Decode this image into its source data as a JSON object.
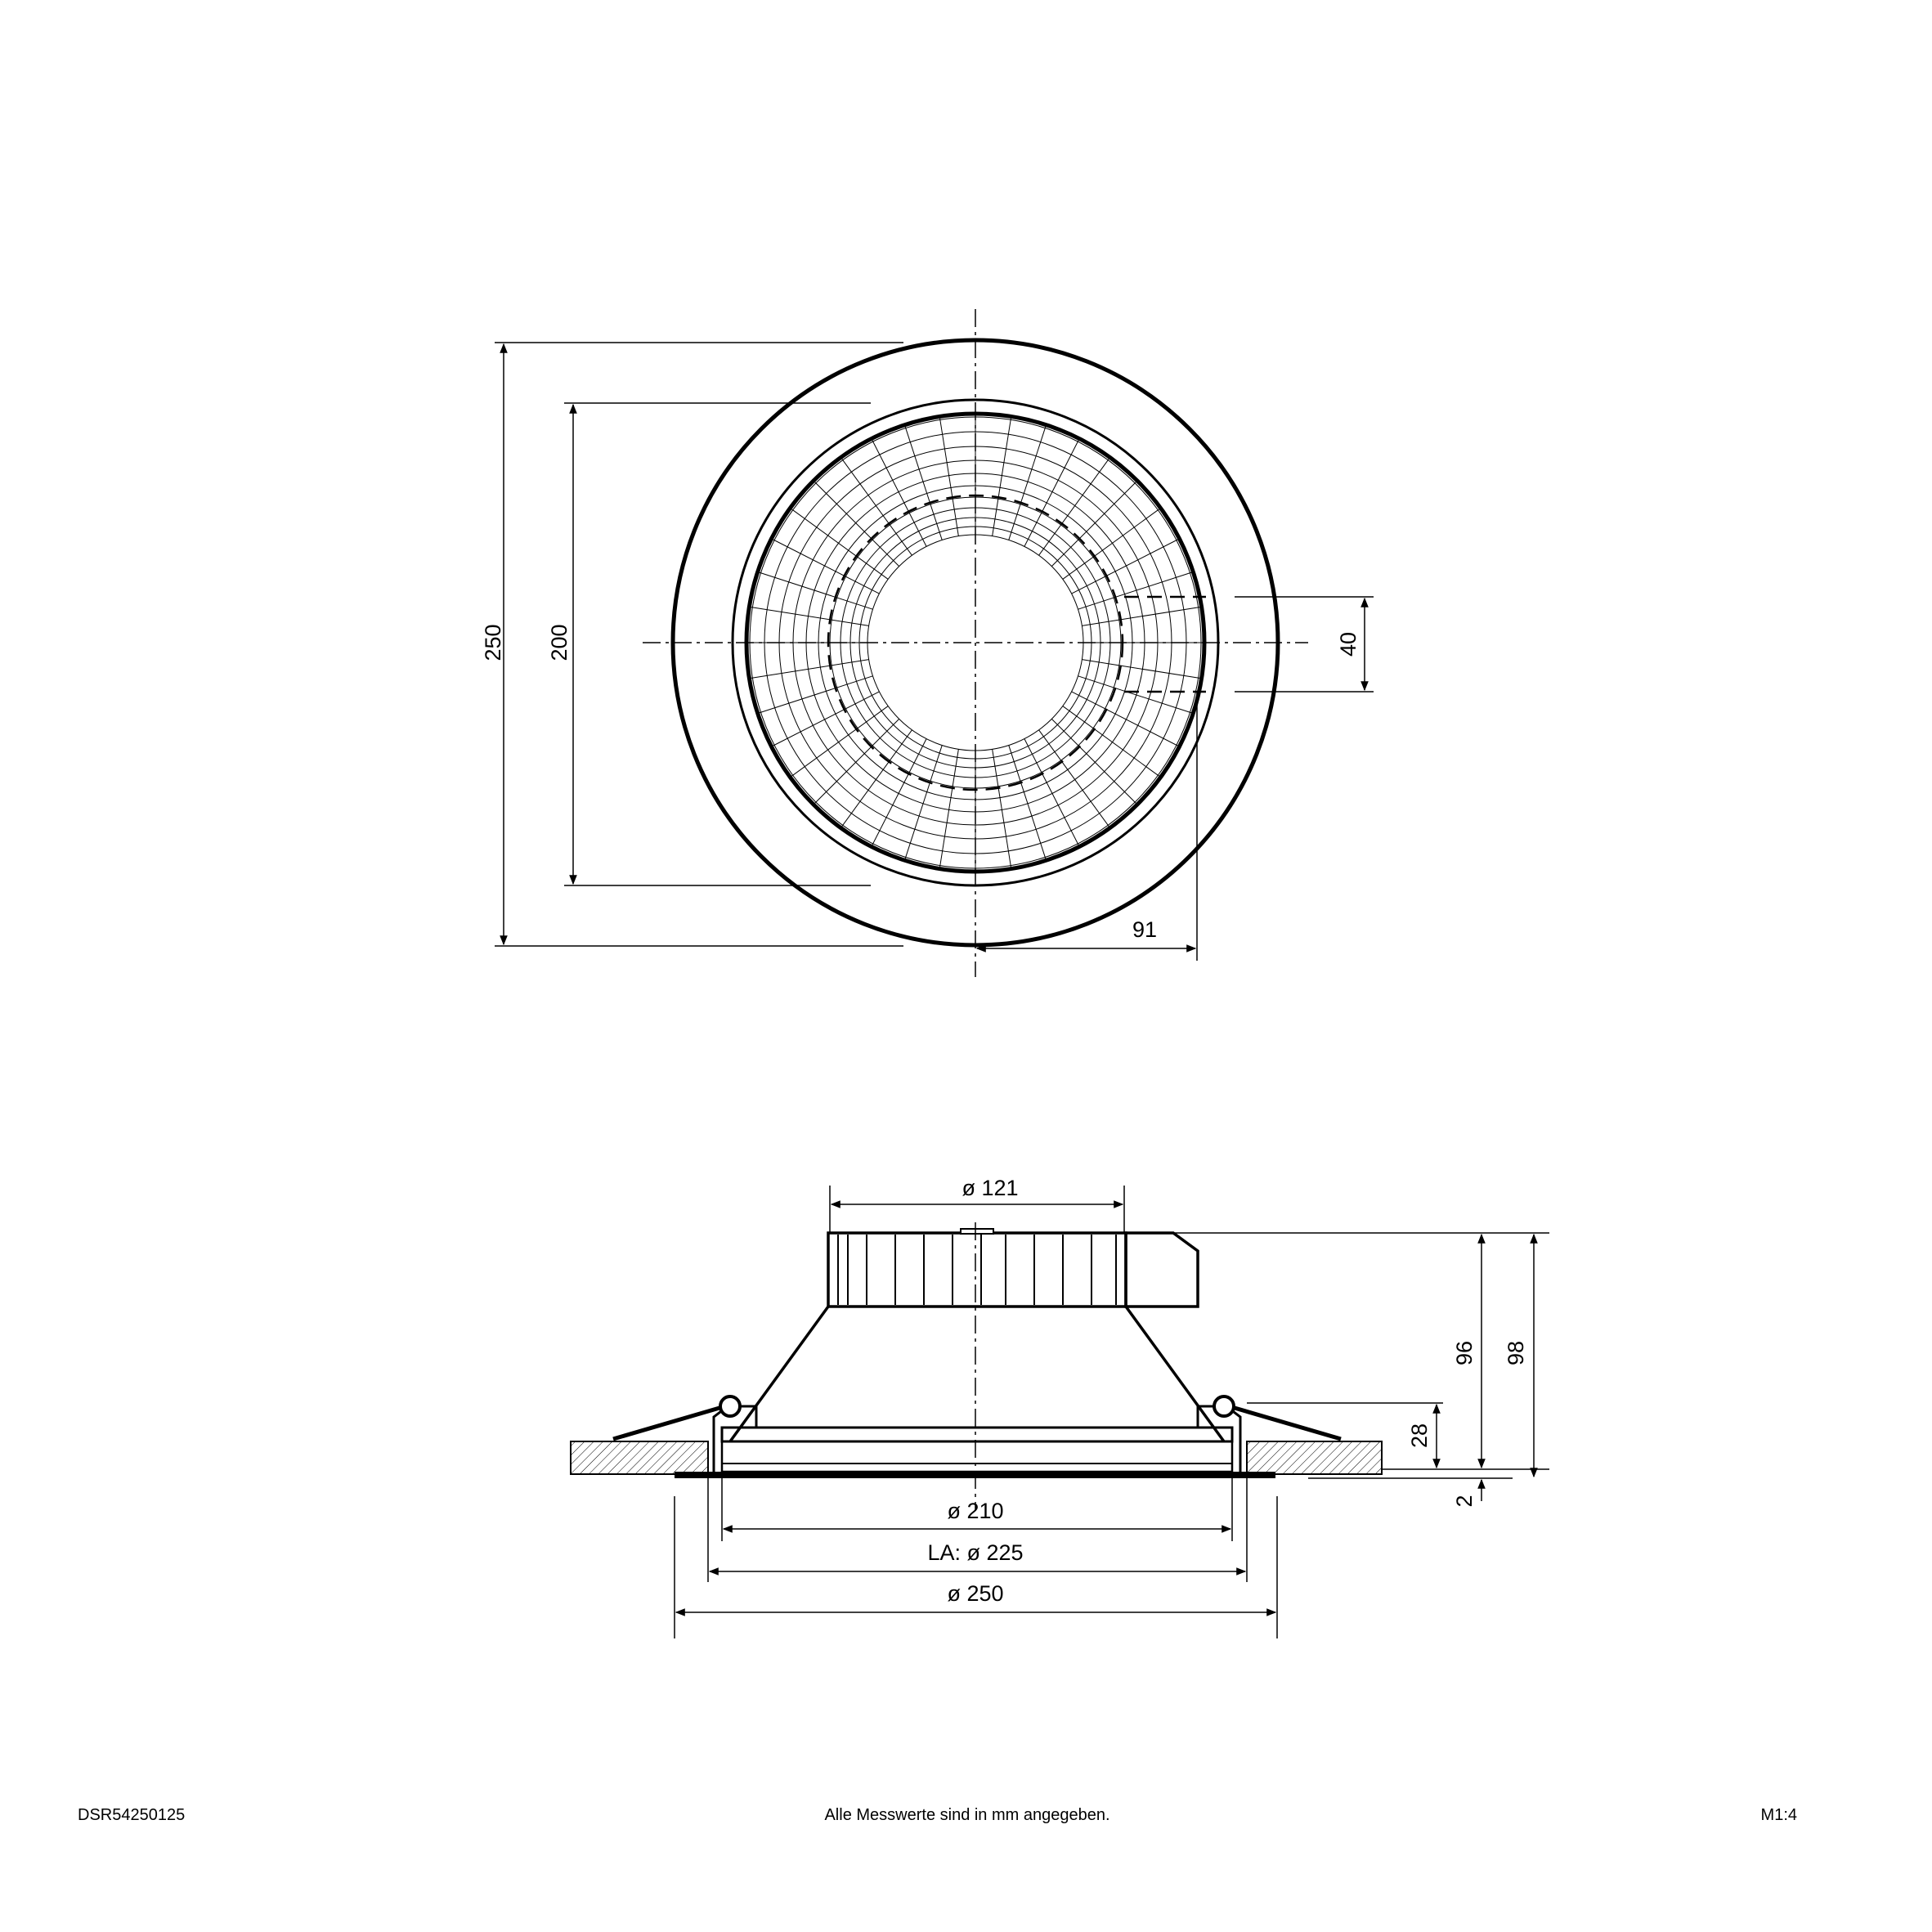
{
  "top_view": {
    "dim_outer_height": "250",
    "dim_reflector_height": "200",
    "dim_offset": "40",
    "dim_radius": "91"
  },
  "side_view": {
    "dim_top_diameter": "ø 121",
    "dim_height_96": "96",
    "dim_height_98": "98",
    "dim_height_28": "28",
    "dim_flange_2": "2",
    "dim_diameter_210": "ø 210",
    "dim_cutout": "LA: ø 225",
    "dim_diameter_250": "ø 250"
  },
  "footer": {
    "article_number": "DSR54250125",
    "note": "Alle Messwerte sind in mm angegeben.",
    "scale": "M1:4"
  }
}
